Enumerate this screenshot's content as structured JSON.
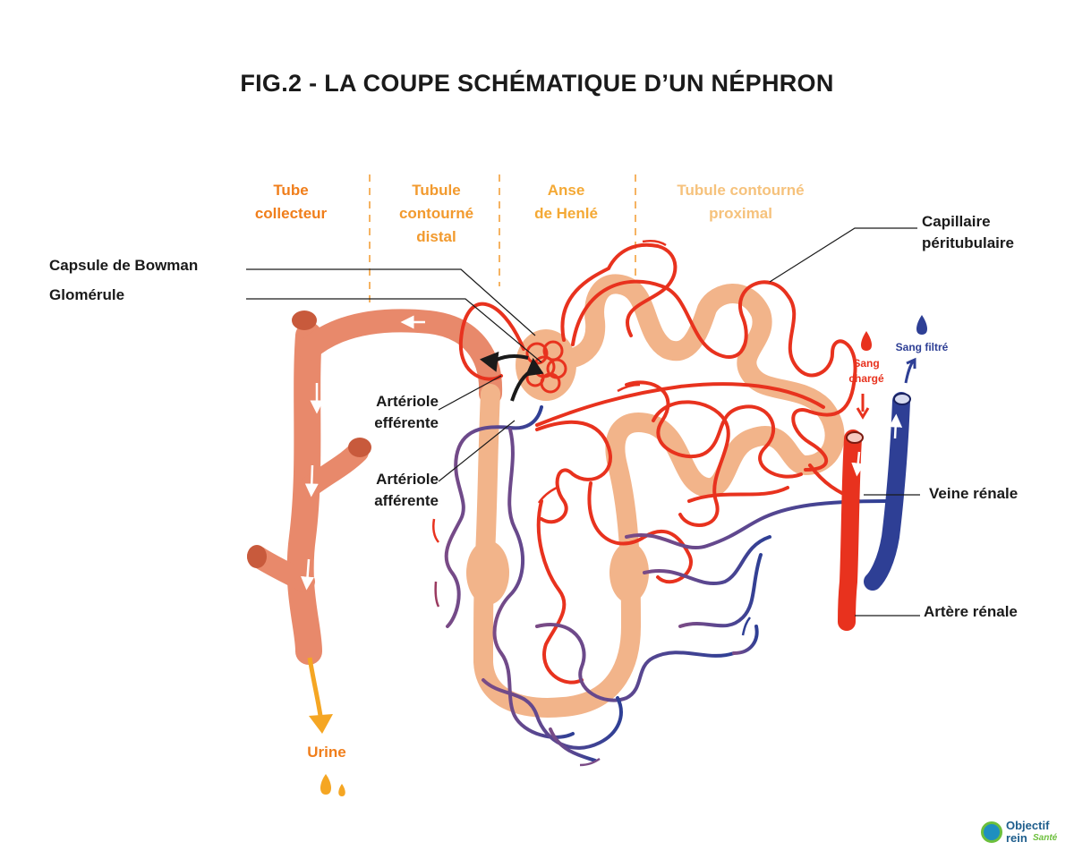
{
  "title": "FIG.2 - LA COUPE SCHÉMATIQUE D’UN NÉPHRON",
  "segments": {
    "tube_collecteur": "Tube\ncollecteur",
    "tubule_distal": "Tubule\ncontourné\ndistal",
    "anse_henle": "Anse\nde Henlé",
    "tubule_proximal": "Tubule contourné\nproximal"
  },
  "labels": {
    "capsule_bowman": "Capsule de Bowman",
    "glomerule": "Glomérule",
    "arteriole_efferente": "Artériole\nefférente",
    "arteriole_afferente": "Artériole\nafférente",
    "capillaire": "Capillaire\npéritubulaire",
    "veine_renale": "Veine rénale",
    "artere_renale": "Artère rénale",
    "sang_charge": "Sang\nchargé",
    "sang_filtre": "Sang filtré",
    "urine": "Urine"
  },
  "logo": {
    "line1": "Objectif",
    "line2": "rein",
    "line3": "Santé"
  },
  "colors": {
    "title": "#1a1a1a",
    "segment_collecteur": "#f07e1b",
    "segment_distal": "#f29a2e",
    "segment_henle": "#f4a935",
    "segment_proximal": "#f6c27c",
    "tube_collecteur": "#e8896b",
    "tubule": "#f2b48a",
    "capillary_red": "#e8321e",
    "capillary_blue": "#2e3f95",
    "capillary_purple": "#7a4b86",
    "urine": "#f5a623"
  }
}
